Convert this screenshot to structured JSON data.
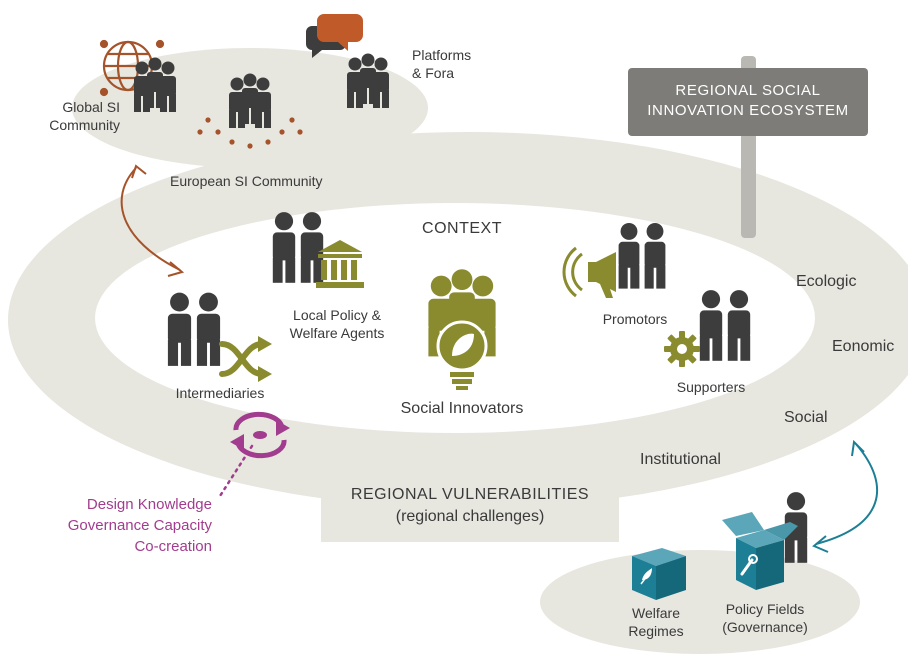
{
  "ecosystem": {
    "title_line1": "REGIONAL SOCIAL",
    "title_line2": "INNOVATION ECOSYSTEM"
  },
  "top_community": {
    "global_line1": "Global SI",
    "global_line2": "Community",
    "platforms_line1": "Platforms",
    "platforms_line2": "& Fora",
    "european": "European SI Community"
  },
  "context": {
    "label": "CONTEXT"
  },
  "actors": {
    "local_line1": "Local Policy &",
    "local_line2": "Welfare Agents",
    "intermediaries": "Intermediaries",
    "social_innovators": "Social Innovators",
    "promotors": "Promotors",
    "supporters": "Supporters"
  },
  "rings": {
    "ecologic": "Ecologic",
    "economic": "Eonomic",
    "social": "Social",
    "institutional": "Institutional"
  },
  "vulnerabilities": {
    "title": "REGIONAL VULNERABILITIES",
    "subtitle": "(regional challenges)"
  },
  "capacities": {
    "line1": "Design Knowledge",
    "line2": "Governance Capacity",
    "line3": "Co-creation"
  },
  "bottom": {
    "welfare_line1": "Welfare",
    "welfare_line2": "Regimes",
    "policy_line1": "Policy Fields",
    "policy_line2": "(Governance)"
  },
  "colors": {
    "ellipse_fill": "#e7e6df",
    "olive": "#8a8a2e",
    "teal": "#1c7f95",
    "orange_brown": "#a5532a",
    "purple": "#a23c8e",
    "sign_gray": "#7d7c78",
    "people_gray": "#3d3d3d"
  },
  "icons": [
    "globe-icon",
    "speech-bubbles-icon",
    "eu-stars-icon",
    "government-building-icon",
    "shuffle-arrows-icon",
    "lightbulb-leaf-icon",
    "megaphone-icon",
    "gear-icon",
    "refresh-cycle-icon",
    "leaf-box-icon",
    "wrench-box-icon",
    "signpost-icon"
  ]
}
